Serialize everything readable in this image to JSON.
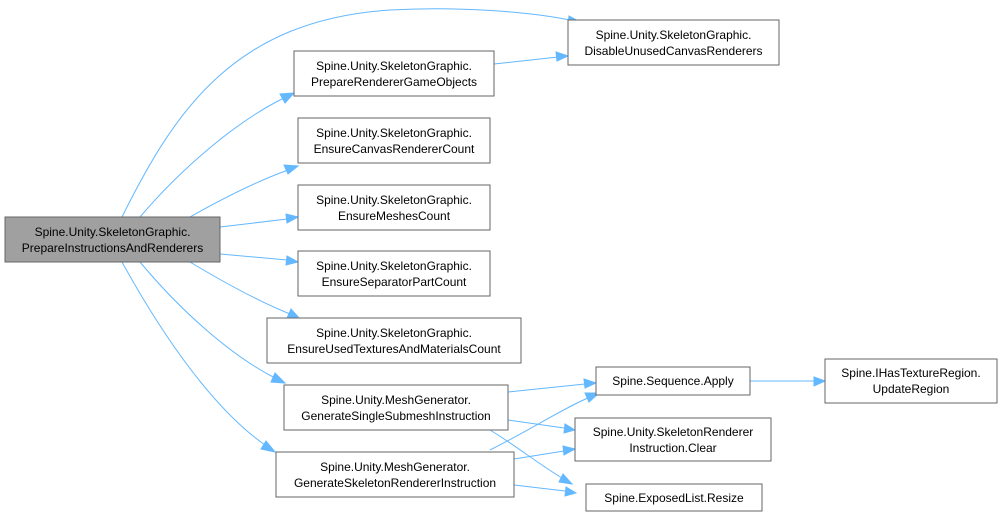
{
  "colors": {
    "edge": "#63b8ff",
    "node_border": "#666666",
    "root_fill": "#a0a0a0",
    "node_fill": "#ffffff"
  },
  "nodes": {
    "root": {
      "line1": "Spine.Unity.SkeletonGraphic.",
      "line2": "PrepareInstructionsAndRenderers"
    },
    "disable": {
      "line1": "Spine.Unity.SkeletonGraphic.",
      "line2": "DisableUnusedCanvasRenderers"
    },
    "prepare": {
      "line1": "Spine.Unity.SkeletonGraphic.",
      "line2": "PrepareRendererGameObjects"
    },
    "canvas": {
      "line1": "Spine.Unity.SkeletonGraphic.",
      "line2": "EnsureCanvasRendererCount"
    },
    "meshes": {
      "line1": "Spine.Unity.SkeletonGraphic.",
      "line2": "EnsureMeshesCount"
    },
    "separator": {
      "line1": "Spine.Unity.SkeletonGraphic.",
      "line2": "EnsureSeparatorPartCount"
    },
    "textures": {
      "line1": "Spine.Unity.SkeletonGraphic.",
      "line2": "EnsureUsedTexturesAndMaterialsCount"
    },
    "single": {
      "line1": "Spine.Unity.MeshGenerator.",
      "line2": "GenerateSingleSubmeshInstruction"
    },
    "skeleton": {
      "line1": "Spine.Unity.MeshGenerator.",
      "line2": "GenerateSkeletonRendererInstruction"
    },
    "apply": {
      "line1": "Spine.Sequence.Apply"
    },
    "clear": {
      "line1": "Spine.Unity.SkeletonRenderer",
      "line2": "Instruction.Clear"
    },
    "resize": {
      "line1": "Spine.ExposedList.Resize"
    },
    "update": {
      "line1": "Spine.IHasTextureRegion.",
      "line2": "UpdateRegion"
    }
  }
}
